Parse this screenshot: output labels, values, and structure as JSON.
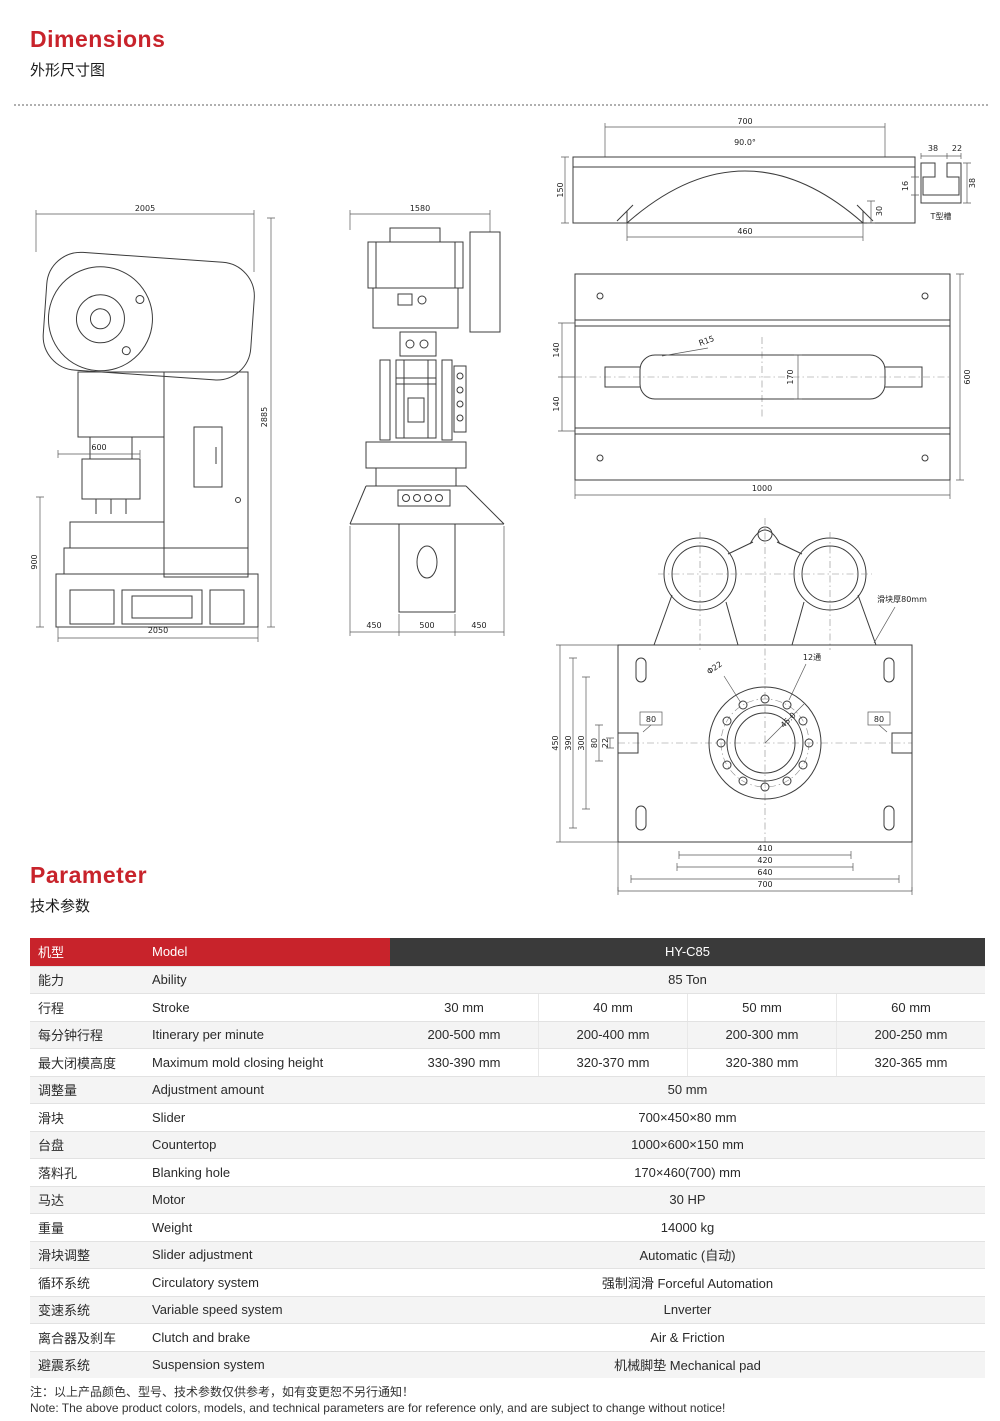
{
  "page": {
    "dimensions_title": "Dimensions",
    "dimensions_subtitle": "外形尺寸图",
    "parameter_title": "Parameter",
    "parameter_subtitle": "技术参数",
    "note_cn": "注：以上产品颜色、型号、技术参数仅供参考，如有变更恕不另行通知！",
    "note_en": "Note: The above product colors, models, and technical parameters are for reference only, and are subject to change without notice!"
  },
  "drawings": {
    "front": {
      "top_width": "2005",
      "total_height": "2885",
      "slide_width": "600",
      "lower_height": "900",
      "base_width": "2050"
    },
    "side": {
      "top_width": "1580",
      "base_left": "450",
      "base_center": "500",
      "base_right": "450"
    },
    "crown": {
      "top_width": "700",
      "angle": "90.0°",
      "height": "150",
      "arc_chord": "460",
      "arc_rise": "30",
      "t_dim1": "38",
      "t_dim2": "22",
      "t_dim3": "38",
      "t_dim4": "16",
      "t_label": "T型槽"
    },
    "bolster": {
      "dim_140a": "140",
      "dim_140b": "140",
      "radius": "R15",
      "hole_height": "170",
      "depth": "600",
      "width": "1000"
    },
    "slider": {
      "thickness_note": "滑块厚80mm",
      "holes_label": "12通",
      "hole_dia": "Φ22",
      "angle": "45.0",
      "notch_left": "80",
      "notch_right": "80",
      "v_450": "450",
      "v_390": "390",
      "v_300": "300",
      "v_80": "80",
      "v_22": "22",
      "b_410": "410",
      "b_420": "420",
      "b_640": "640",
      "b_700": "700"
    }
  },
  "table": {
    "header": {
      "cn": "机型",
      "en": "Model",
      "value": "HY-C85"
    },
    "rows": [
      {
        "cn": "能力",
        "en": "Ability",
        "values": [
          "85 Ton"
        ]
      },
      {
        "cn": "行程",
        "en": "Stroke",
        "values": [
          "30 mm",
          "40 mm",
          "50 mm",
          "60 mm"
        ]
      },
      {
        "cn": "每分钟行程",
        "en": "Itinerary per minute",
        "values": [
          "200-500 mm",
          "200-400 mm",
          "200-300 mm",
          "200-250 mm"
        ]
      },
      {
        "cn": "最大闭模高度",
        "en": "Maximum mold closing height",
        "values": [
          "330-390 mm",
          "320-370 mm",
          "320-380 mm",
          "320-365 mm"
        ]
      },
      {
        "cn": "调整量",
        "en": "Adjustment amount",
        "values": [
          "50 mm"
        ]
      },
      {
        "cn": "滑块",
        "en": "Slider",
        "values": [
          "700×450×80 mm"
        ]
      },
      {
        "cn": "台盘",
        "en": "Countertop",
        "values": [
          "1000×600×150 mm"
        ]
      },
      {
        "cn": "落料孔",
        "en": "Blanking hole",
        "values": [
          "170×460(700) mm"
        ]
      },
      {
        "cn": "马达",
        "en": "Motor",
        "values": [
          "30 HP"
        ]
      },
      {
        "cn": "重量",
        "en": "Weight",
        "values": [
          "14000 kg"
        ]
      },
      {
        "cn": "滑块调整",
        "en": "Slider adjustment",
        "values": [
          "Automatic (自动)"
        ]
      },
      {
        "cn": "循环系统",
        "en": "Circulatory system",
        "values": [
          "强制润滑 Forceful Automation"
        ]
      },
      {
        "cn": "变速系统",
        "en": "Variable speed system",
        "values": [
          "Lnverter"
        ]
      },
      {
        "cn": "离合器及刹车",
        "en": "Clutch and brake",
        "values": [
          "Air & Friction"
        ]
      },
      {
        "cn": "避震系统",
        "en": "Suspension system",
        "values": [
          "机械脚垫 Mechanical pad"
        ]
      }
    ]
  }
}
